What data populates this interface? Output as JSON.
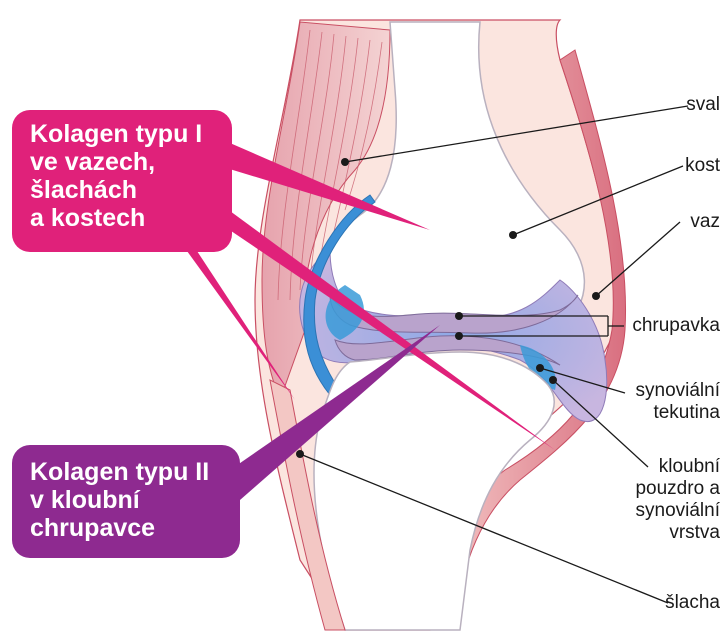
{
  "callouts": {
    "type1": {
      "lines": [
        "Kolagen typu I",
        "ve vazech,",
        "šlachách",
        "a kostech"
      ],
      "color": "#e0217a"
    },
    "type2": {
      "lines": [
        "Kolagen typu II",
        "v kloubní",
        "chrupavce"
      ],
      "color": "#8e2a90"
    }
  },
  "labels": {
    "sval": "sval",
    "kost": "kost",
    "vaz": "vaz",
    "chrupavka": "chrupavka",
    "synovialni_tekutina": [
      "synoviální",
      "tekutina"
    ],
    "kloubni_pouzdro": [
      "kloubní",
      "pouzdro a",
      "synoviální",
      "vrstva"
    ],
    "slacha": "šlacha"
  },
  "colors": {
    "muscle": "#d9818f",
    "bone": "#ffffff",
    "ligament": "#e8a0a8",
    "cartilage": "#b7a7c8",
    "fluid": "#3a9bd8",
    "capsule": "#b9a6d6"
  }
}
